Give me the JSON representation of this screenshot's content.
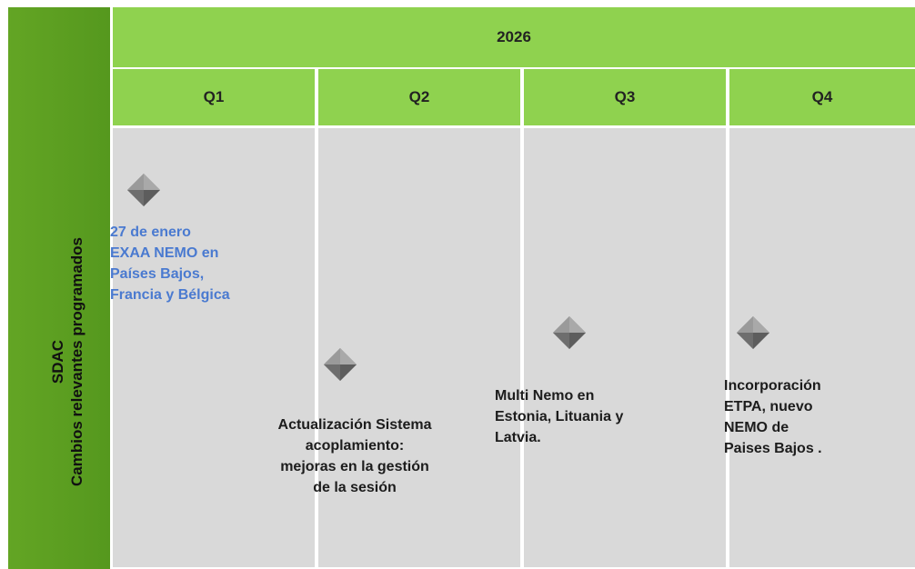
{
  "sidebar": {
    "line1": "SDAC",
    "line2": "Cambios relevantes programados"
  },
  "header": {
    "year": "2026",
    "quarters": [
      "Q1",
      "Q2",
      "Q3",
      "Q4"
    ]
  },
  "milestones": [
    {
      "quarter": "Q1",
      "lines": [
        "27 de enero",
        "EXAA NEMO en",
        "Países Bajos,",
        "Francia y Bélgica"
      ],
      "color": "#4a7ad0"
    },
    {
      "quarter": "Q2",
      "lines": [
        "Actualización Sistema",
        "acoplamiento:",
        "mejoras en la gestión",
        "de la sesión"
      ],
      "color": "#1c1c1c"
    },
    {
      "quarter": "Q3",
      "lines": [
        "Multi Nemo en",
        "Estonia, Lituania y",
        "Latvia."
      ],
      "color": "#1c1c1c"
    },
    {
      "quarter": "Q4",
      "lines": [
        "Incorporación",
        "ETPA, nuevo",
        "NEMO de",
        "Paises Bajos ."
      ],
      "color": "#1c1c1c"
    }
  ],
  "colors": {
    "sidebar": "#5a9e21",
    "header": "#8fd24f",
    "body": "#d9d9d9"
  }
}
